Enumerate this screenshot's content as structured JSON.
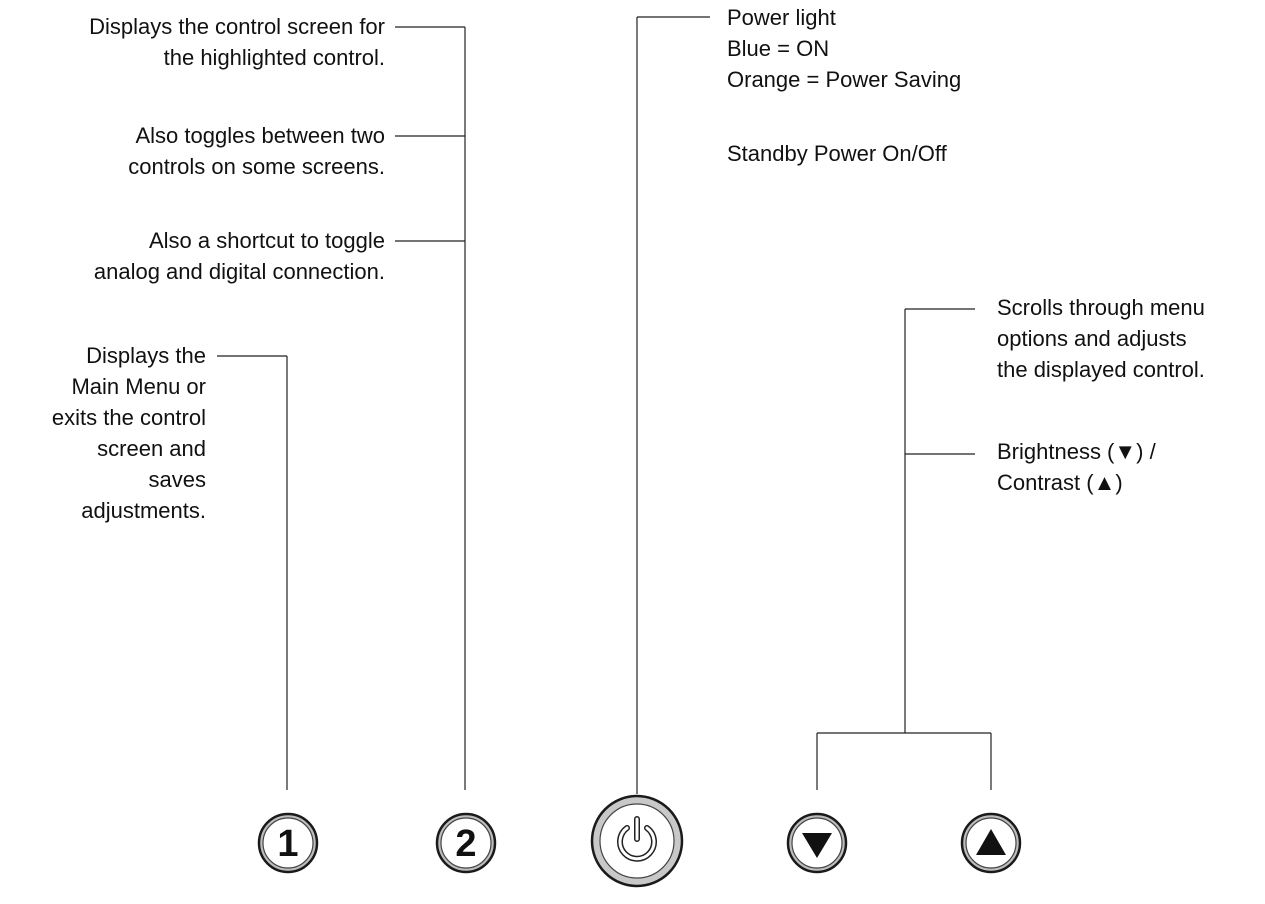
{
  "callouts": {
    "btn2": [
      "Displays the control screen for",
      "the highlighted control.",
      "Also toggles between two",
      "controls on some screens.",
      "Also a shortcut to toggle",
      "analog and digital connection."
    ],
    "btn1": [
      "Displays the",
      "Main Menu or",
      "exits the control",
      "screen and",
      "saves",
      "adjustments."
    ],
    "power": [
      "Power light",
      "Blue = ON",
      "Orange = Power Saving",
      "Standby Power On/Off"
    ],
    "arrows": [
      "Scrolls through menu",
      "options and adjusts",
      "the displayed control.",
      "Brightness (▼) /",
      "Contrast  (▲)"
    ]
  },
  "buttons": {
    "one_label": "1",
    "two_label": "2"
  }
}
